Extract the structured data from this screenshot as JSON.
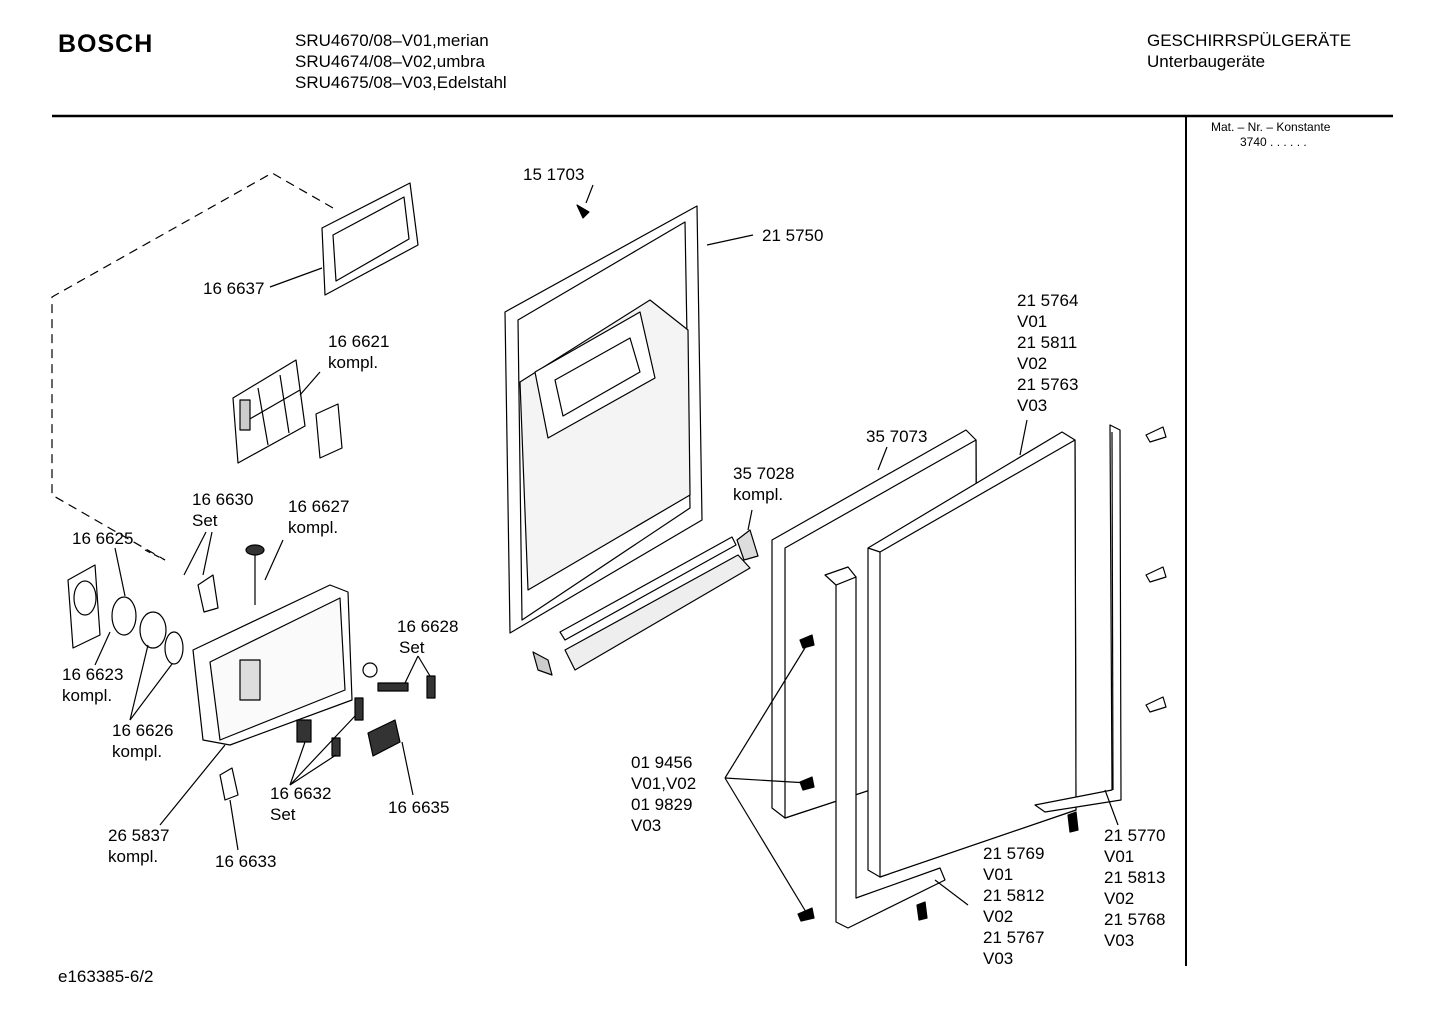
{
  "header": {
    "brand": "BOSCH",
    "models": [
      "SRU4670/08–V01,merian",
      "SRU4674/08–V02,umbra",
      "SRU4675/08–V03,Edelstahl"
    ],
    "category": "GESCHIRRSPÜLGERÄTE",
    "subcategory": "Unterbaugeräte"
  },
  "material_box": {
    "label": "Mat. – Nr. – Konstante",
    "value": "3740  .  .  .  .  .  ."
  },
  "footer": {
    "doc_id": "e163385-6/2"
  },
  "parts": [
    {
      "id": "p151703",
      "lines": [
        "15 1703"
      ]
    },
    {
      "id": "p215750",
      "lines": [
        "21 5750"
      ]
    },
    {
      "id": "p166637",
      "lines": [
        "16 6637"
      ]
    },
    {
      "id": "p166621",
      "lines": [
        "16 6621",
        "kompl."
      ]
    },
    {
      "id": "p215764",
      "lines": [
        "21 5764",
        "V01",
        "21 5811",
        "V02",
        "21 5763",
        "V03"
      ]
    },
    {
      "id": "p357073",
      "lines": [
        "35 7073"
      ]
    },
    {
      "id": "p357028",
      "lines": [
        "35 7028",
        "kompl."
      ]
    },
    {
      "id": "p166630",
      "lines": [
        "16 6630",
        "Set"
      ]
    },
    {
      "id": "p166627",
      "lines": [
        "16 6627",
        "kompl."
      ]
    },
    {
      "id": "p166625",
      "lines": [
        "16 6625"
      ]
    },
    {
      "id": "p166628",
      "lines": [
        "16 6628",
        "Set"
      ]
    },
    {
      "id": "p166623",
      "lines": [
        "16 6623",
        "kompl."
      ]
    },
    {
      "id": "p166626",
      "lines": [
        "16 6626",
        "kompl."
      ]
    },
    {
      "id": "p019456",
      "lines": [
        "01 9456",
        "V01,V02",
        "01 9829",
        "V03"
      ]
    },
    {
      "id": "p166632",
      "lines": [
        "16 6632",
        "Set"
      ]
    },
    {
      "id": "p166635",
      "lines": [
        "16 6635"
      ]
    },
    {
      "id": "p265837",
      "lines": [
        "26 5837",
        "kompl."
      ]
    },
    {
      "id": "p166633",
      "lines": [
        "16 6633"
      ]
    },
    {
      "id": "p215769",
      "lines": [
        "21 5769",
        "V01",
        "21 5812",
        "V02",
        "21 5767",
        "V03"
      ]
    },
    {
      "id": "p215770",
      "lines": [
        "21 5770",
        "V01",
        "21 5813",
        "V02",
        "21 5768",
        "V03"
      ]
    }
  ]
}
